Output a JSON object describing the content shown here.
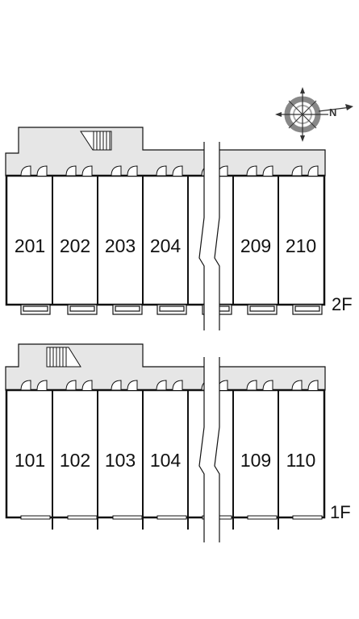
{
  "compass": {
    "label": "N",
    "icon": "compass-icon"
  },
  "floors": [
    {
      "label": "2F",
      "rooms": [
        "201",
        "202",
        "203",
        "204",
        "209",
        "210"
      ]
    },
    {
      "label": "1F",
      "rooms": [
        "101",
        "102",
        "103",
        "104",
        "109",
        "110"
      ]
    }
  ],
  "colors": {
    "corridor": "#e6e6e6",
    "line": "#111111",
    "compass_ring": "#888888"
  }
}
